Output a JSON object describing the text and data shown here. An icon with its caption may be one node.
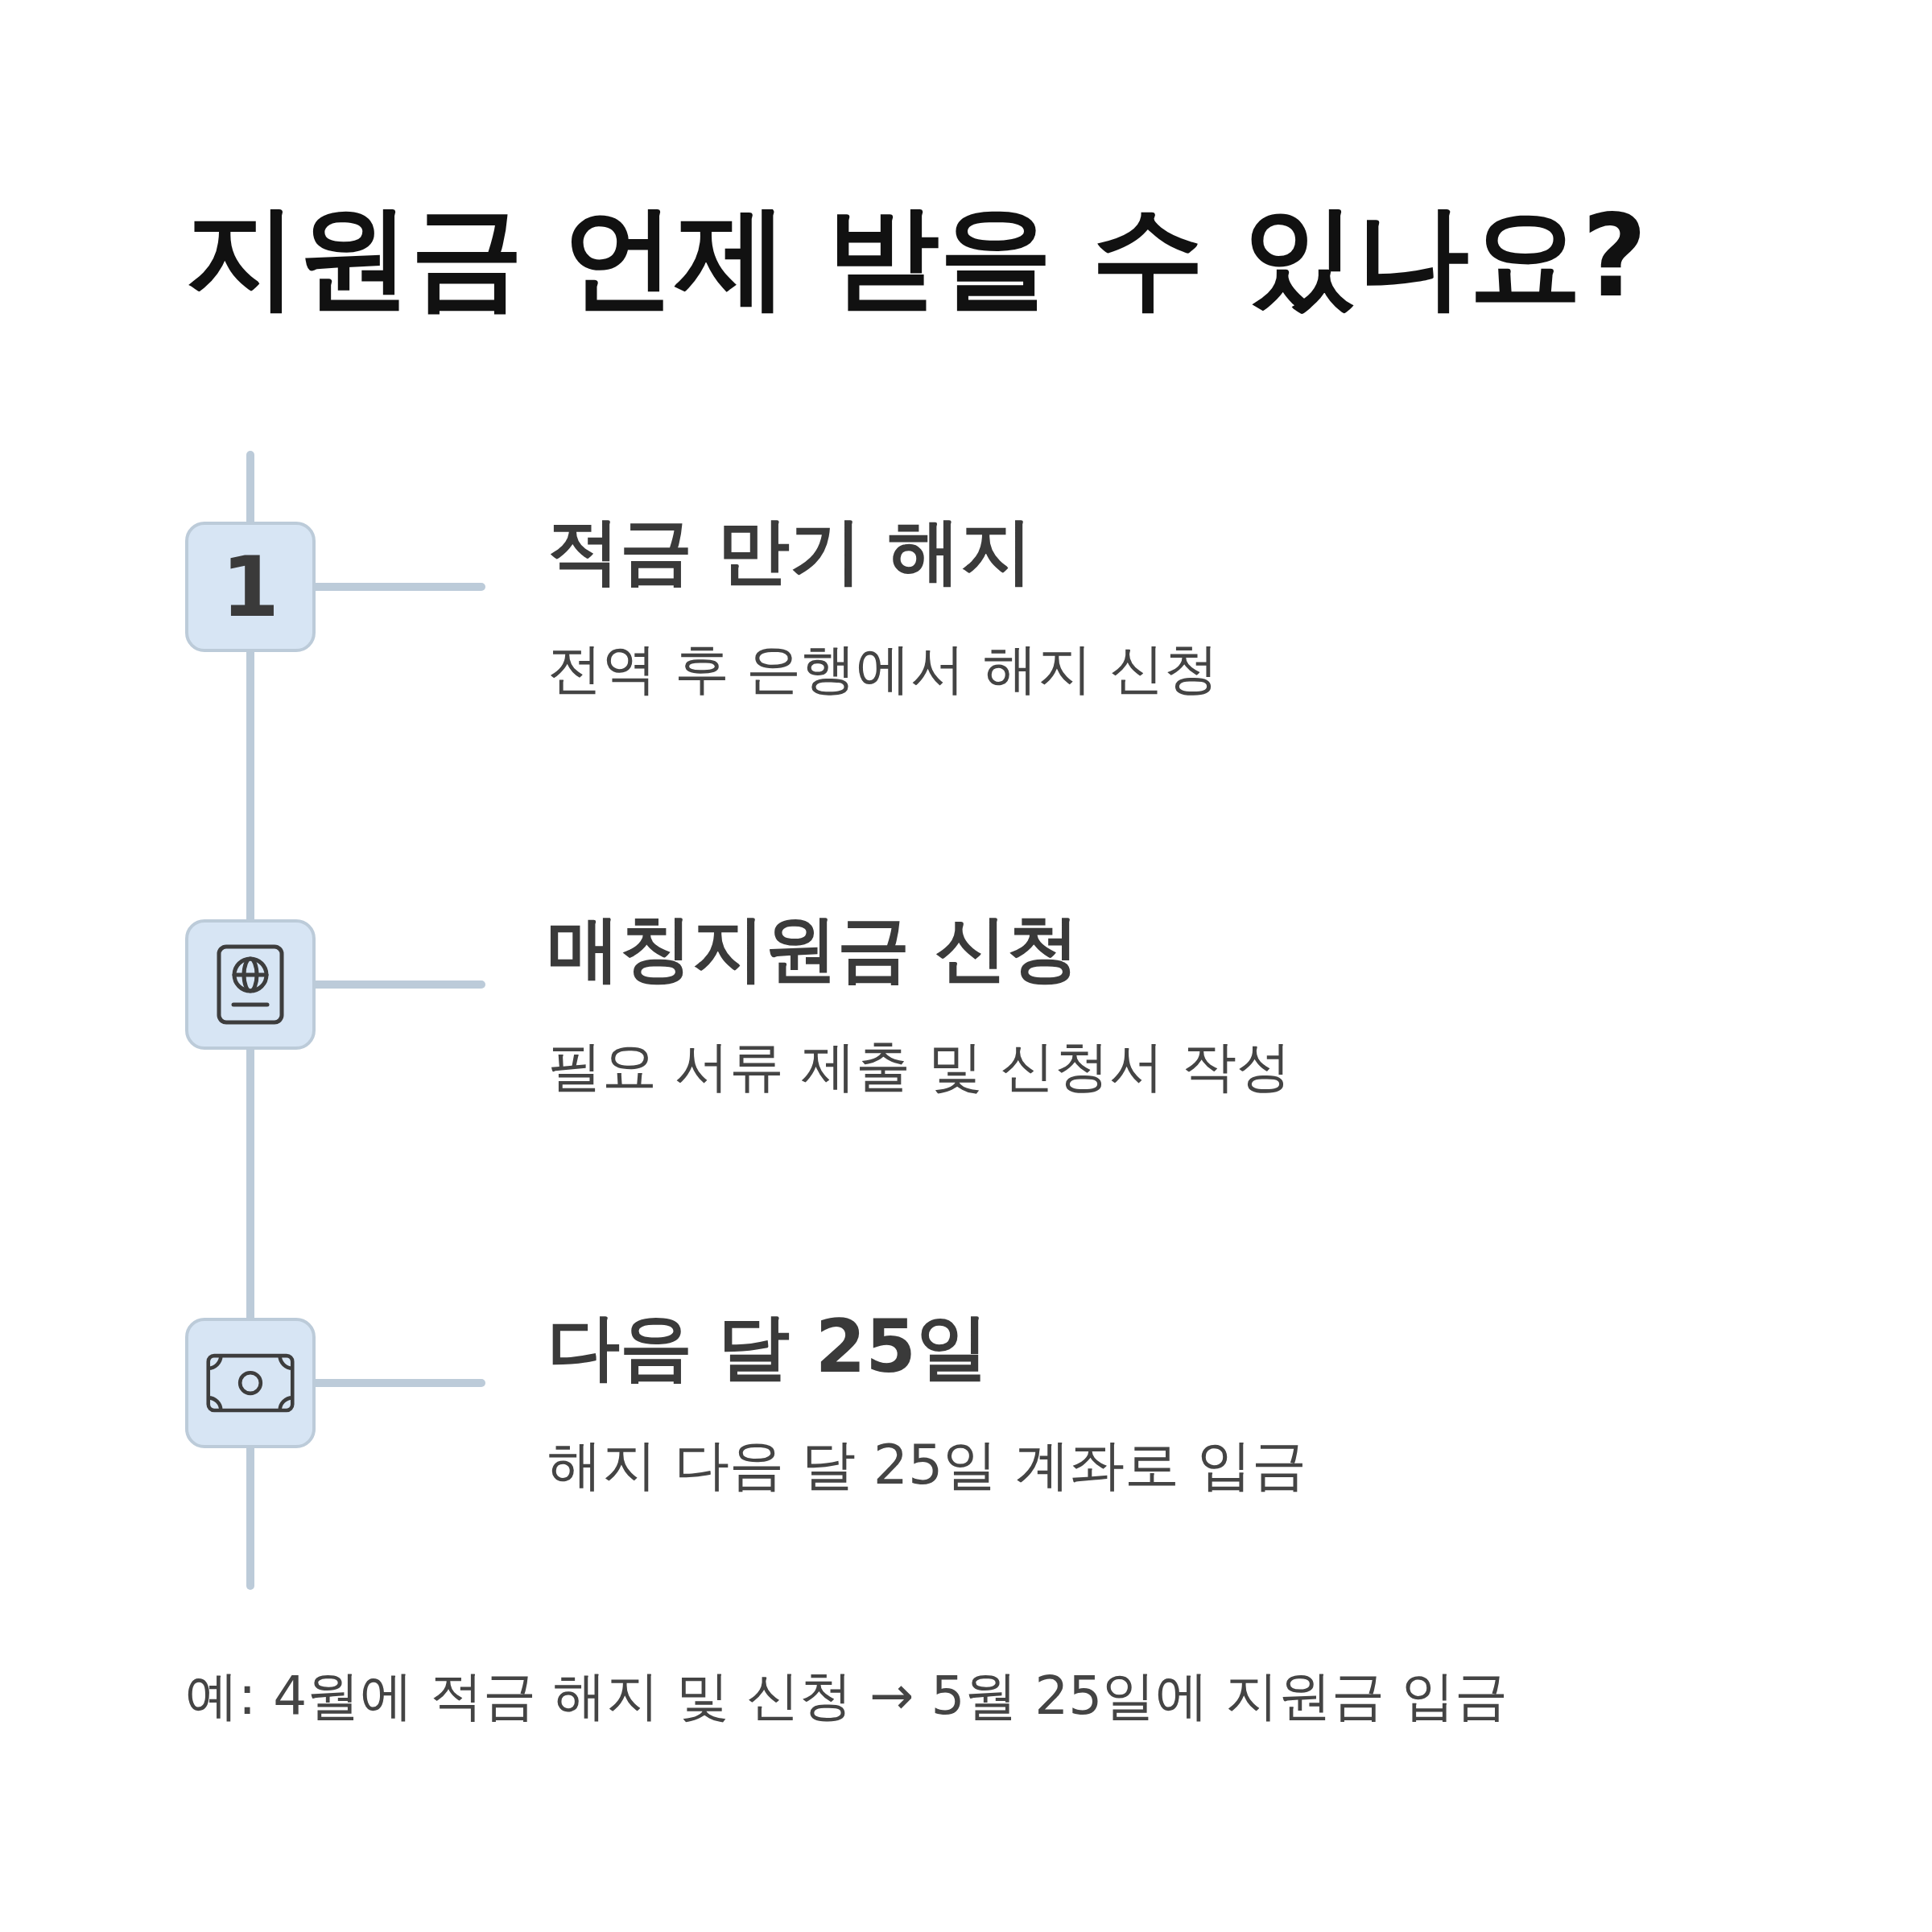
{
  "diagram": {
    "title": "지원금 언제 받을 수 있나요?",
    "nodes": [
      {
        "text": [
          "1"
        ]
      },
      {
        "text": [
          "적금 만기 해지",
          "전역 후 은행에서 해지 신청"
        ]
      },
      {
        "text": [],
        "shape": "box"
      },
      {
        "text": [
          "매칭지원금 신청",
          "필요 서류 제출 및 신청서 작성"
        ]
      },
      {
        "text": [],
        "shape": "box"
      },
      {
        "text": [
          "다음 달 25일",
          "해지 다음 달 25일 계좌로 입금"
        ]
      }
    ],
    "edges": [
      {
        "from": null,
        "to": 0,
        "arrow": "none"
      },
      {
        "from": 0,
        "to": 2,
        "arrow": "none"
      },
      {
        "from": 2,
        "to": 4,
        "arrow": "none"
      },
      {
        "from": 4,
        "to": null,
        "arrow": "none"
      },
      {
        "from": 0,
        "to": 1,
        "arrow": "none"
      },
      {
        "from": 2,
        "to": 3,
        "arrow": "none"
      },
      {
        "from": 4,
        "to": 5,
        "arrow": "none"
      }
    ],
    "labels": [
      "예: 4월에 적금 해지 및 신청 → 5월 25일에 지원금 입금"
    ]
  }
}
